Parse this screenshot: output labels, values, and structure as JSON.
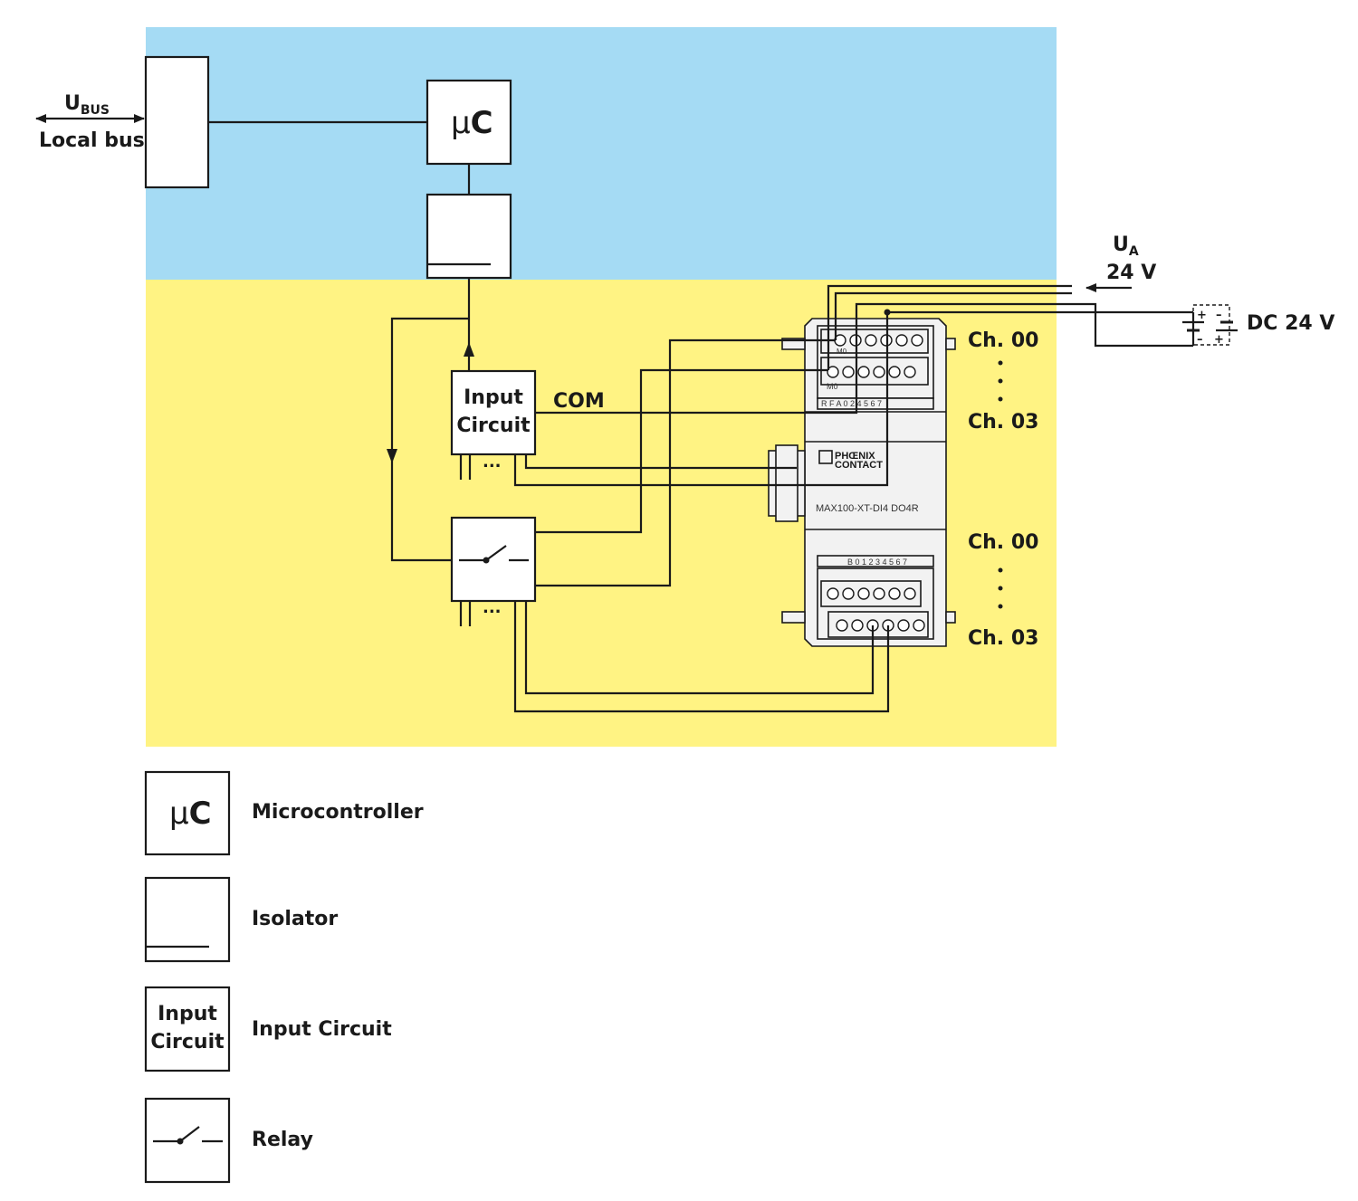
{
  "colors": {
    "bus_zone": "#a5dbf4",
    "field_zone": "#fff383",
    "line": "#1a1a1a"
  },
  "bus": {
    "label_main": "U",
    "label_sub": "BUS",
    "caption": "Local bus"
  },
  "blocks": {
    "microcontroller": {
      "mu": "µ",
      "c": "C"
    },
    "input_circuit_line1": "Input",
    "input_circuit_line2": "Circuit",
    "com_label": "COM",
    "ellipsis": "..."
  },
  "supply": {
    "ua_main": "U",
    "ua_sub": "A",
    "ua_voltage": "24 V",
    "dc_label": "DC 24 V",
    "plus": "+",
    "minus": "–"
  },
  "channels": {
    "upper_first": "Ch. 00",
    "upper_last": "Ch. 03",
    "lower_first": "Ch. 00",
    "lower_last": "Ch. 03"
  },
  "device": {
    "model": "MAX100-XT-DI4 DO4R",
    "brand_line1": "PHŒNIX",
    "brand_line2": "CONTACT",
    "m0": "M0",
    "upper_strip": "R  F    A  0    2    4  5  6  7",
    "lower_strip": "B  0  1  2  3  4  5  6  7"
  },
  "legend": [
    {
      "label": "Microcontroller",
      "icon": "microcontroller-icon"
    },
    {
      "label": "Isolator",
      "icon": "isolator-icon"
    },
    {
      "label": "Input Circuit",
      "icon": "input-circuit-icon"
    },
    {
      "label": "Relay",
      "icon": "relay-icon"
    }
  ]
}
